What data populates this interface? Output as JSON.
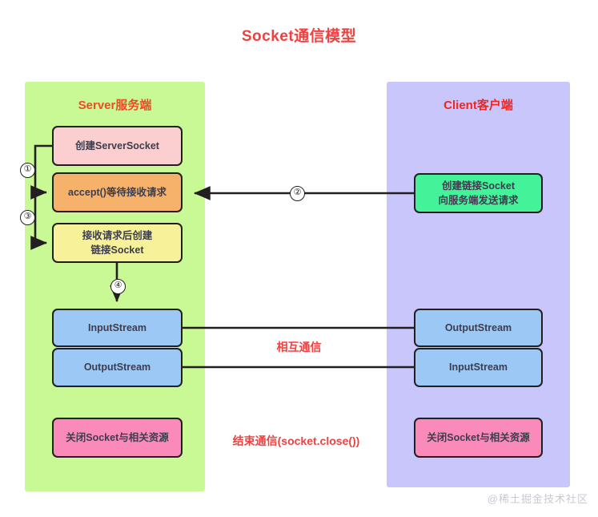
{
  "title": "Socket通信模型",
  "server": {
    "panel_title": "Server服务端",
    "boxes": [
      {
        "id": "create-serversocket",
        "label": "创建ServerSocket"
      },
      {
        "id": "accept-wait",
        "label": "accept()等待接收请求"
      },
      {
        "id": "make-socket",
        "label_line1": "接收请求后创建",
        "label_line2": "链接Socket"
      },
      {
        "id": "input-stream",
        "label": "InputStream"
      },
      {
        "id": "output-stream",
        "label": "OutputStream"
      },
      {
        "id": "close-socket",
        "label": "关闭Socket与相关资源"
      }
    ]
  },
  "client": {
    "panel_title": "Client客户端",
    "boxes": [
      {
        "id": "create-connection",
        "label_line1": "创建链接Socket",
        "label_line2": "向服务端发送请求"
      },
      {
        "id": "output-stream",
        "label": "OutputStream"
      },
      {
        "id": "input-stream",
        "label": "InputStream"
      },
      {
        "id": "close-socket",
        "label": "关闭Socket与相关资源"
      }
    ]
  },
  "middle_labels": {
    "mutual": "相互通信",
    "close": "结束通信(socket.close())"
  },
  "step_badges": {
    "one": "①",
    "two": "②",
    "three": "③",
    "four": "④"
  },
  "watermark": "@稀土掘金技术社区",
  "colors": {
    "title_red": "#ef4141",
    "server_panel": "#c8f994",
    "client_panel": "#c8c6fb",
    "pink_box": "#fbcfd0",
    "orange_box": "#f6b26b",
    "yellow_box": "#f7f29a",
    "blue_box": "#9cc8f5",
    "hotpink_box": "#fa8ab9",
    "green_box": "#44f29a",
    "stroke": "#231f20",
    "watermark_gray": "#c9c9d6"
  }
}
